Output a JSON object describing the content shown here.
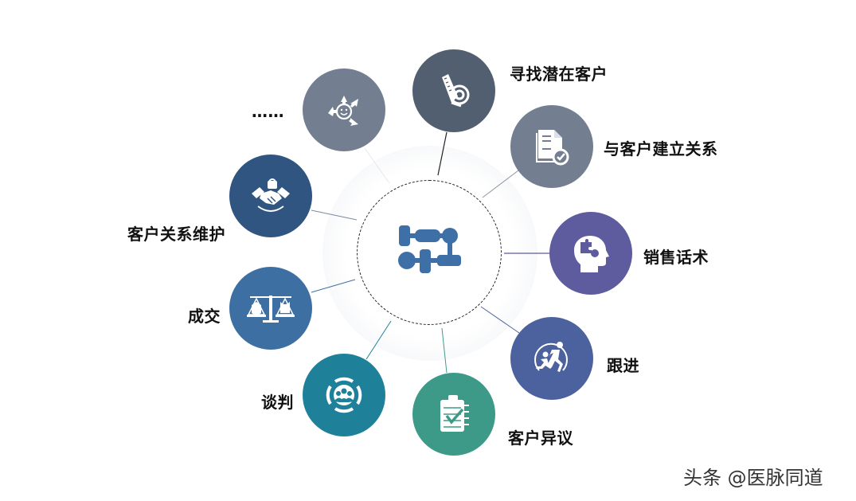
{
  "diagram": {
    "type": "radial-hub",
    "center": {
      "icon": "workflow-process-icon",
      "color": "#3e6fa6"
    },
    "nodes": [
      {
        "id": "find-prospects",
        "label": "寻找潜在客户",
        "icon": "measuring-tape-icon",
        "color": "#525f70"
      },
      {
        "id": "build-relationship",
        "label": "与客户建立关系",
        "icon": "document-check-icon",
        "color": "#737f91"
      },
      {
        "id": "sales-script",
        "label": "销售话术",
        "icon": "head-puzzle-icon",
        "color": "#5e5b9f"
      },
      {
        "id": "follow-up",
        "label": "跟进",
        "icon": "running-people-icon",
        "color": "#4b629e"
      },
      {
        "id": "objections",
        "label": "客户异议",
        "icon": "clipboard-check-icon",
        "color": "#3d9a88"
      },
      {
        "id": "negotiation",
        "label": "谈判",
        "icon": "team-cycle-icon",
        "color": "#1f8199"
      },
      {
        "id": "closing",
        "label": "成交",
        "icon": "balance-scale-icon",
        "color": "#3e6fa3"
      },
      {
        "id": "maintenance",
        "label": "客户关系维护",
        "icon": "handshake-lock-icon",
        "color": "#2f5580"
      },
      {
        "id": "more",
        "label": "……",
        "icon": "smiley-arrows-icon",
        "color": "#737f91"
      }
    ]
  },
  "watermark": "头条 @医脉同道"
}
